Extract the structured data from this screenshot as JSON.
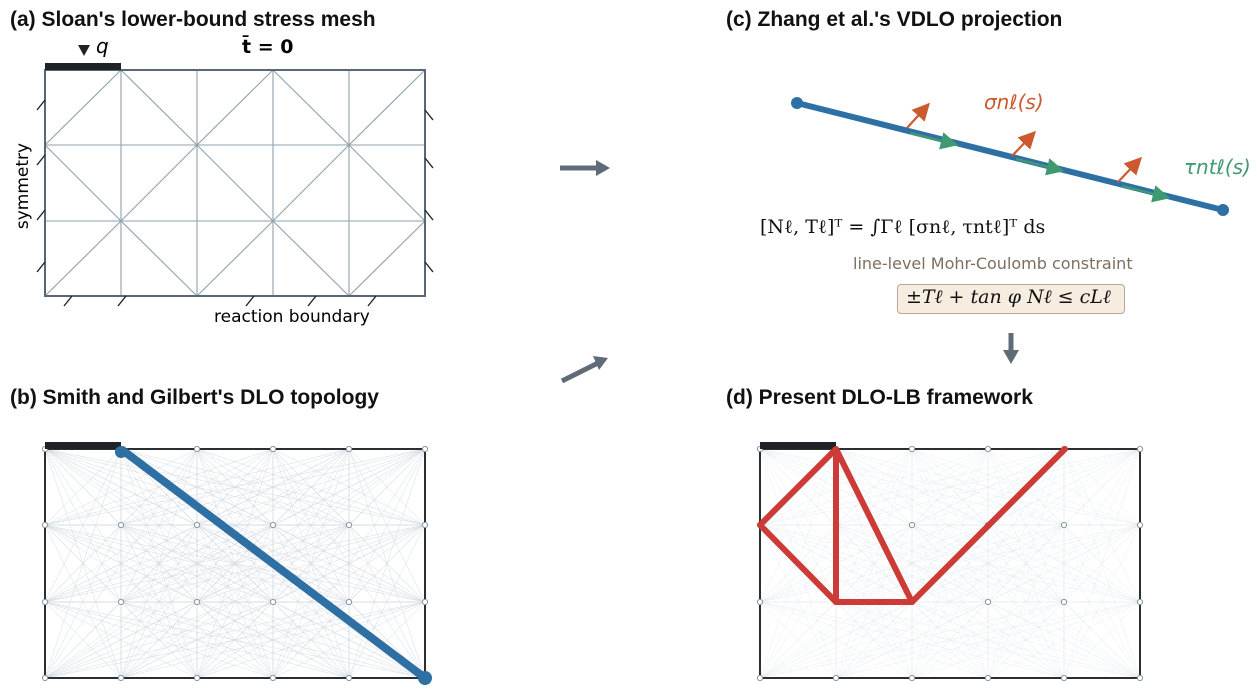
{
  "panels": {
    "a": {
      "title": "(a) Sloan's lower-bound stress mesh",
      "load_symbol": "q",
      "traction_label": "t̄ = 0",
      "symmetry_label": "symmetry",
      "reaction_label": "reaction boundary"
    },
    "b": {
      "title": "(b) Smith and Gilbert's DLO topology"
    },
    "c": {
      "title": "(c) Zhang et al.'s VDLO projection",
      "sigma_label": "σnℓ(s)",
      "tau_label": "τntℓ(s)",
      "integral_text": "[Nℓ, Tℓ]ᵀ = ∫Γℓ [σnℓ, τntℓ]ᵀ ds",
      "constraint_caption": "line-level Mohr-Coulomb constraint",
      "constraint_text": "±Tℓ + tan φ Nℓ ≤ cLℓ"
    },
    "d": {
      "title": "(d) Present DLO-LB framework"
    }
  },
  "colors": {
    "mesh": "#8ea1ae",
    "frame": "#5a6875",
    "load_bar": "#1f2328",
    "blue_line": "#2e6fa4",
    "red_line": "#cc3b36",
    "sigma": "#cc5a2e",
    "tau": "#3f9a72",
    "arrow": "#5f6b77",
    "caption": "#7d6e5e",
    "box_fill": "#f7ece0"
  },
  "icons": [
    "right-arrow-icon",
    "diagonal-arrow-icon",
    "down-arrow-icon",
    "load-arrow-icon"
  ]
}
